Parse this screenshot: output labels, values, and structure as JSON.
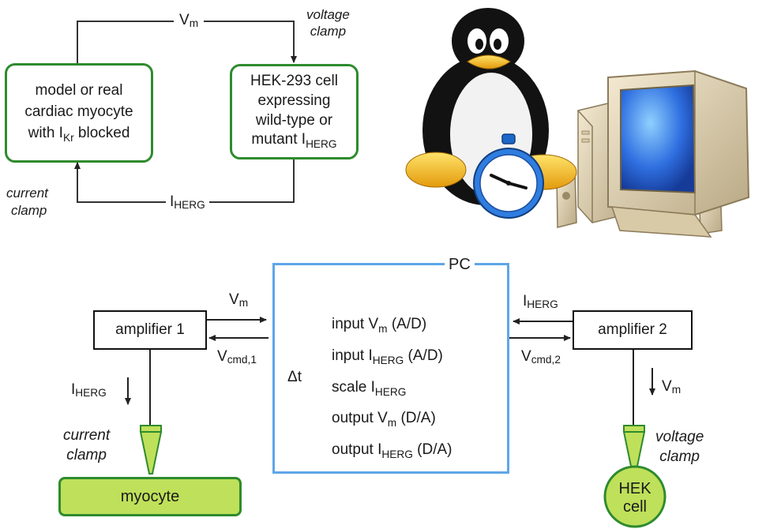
{
  "top": {
    "myocyte_box": {
      "line1": "model or real",
      "line2": "cardiac myocyte",
      "line3_pre": "with I",
      "line3_sub": "Kr",
      "line3_post": " blocked"
    },
    "hek_box": {
      "line1": "HEK-293 cell",
      "line2": "expressing",
      "line3": "wild-type or",
      "line4_pre": "mutant I",
      "line4_sub": "HERG"
    },
    "vm_main": "V",
    "vm_sub": "m",
    "iherg_main": "I",
    "iherg_sub": "HERG",
    "voltage_clamp": [
      "voltage",
      "clamp"
    ],
    "current_clamp": [
      "current",
      "clamp"
    ]
  },
  "bottom": {
    "pc_title": "PC",
    "amplifier1": "amplifier 1",
    "amplifier2": "amplifier 2",
    "delta_t": "Δt",
    "steps": [
      {
        "pre": "input V",
        "sub": "m",
        "post": " (A/D)"
      },
      {
        "pre": "input I",
        "sub": "HERG",
        "post": " (A/D)"
      },
      {
        "pre": "scale I",
        "sub": "HERG",
        "post": ""
      },
      {
        "pre": "output V",
        "sub": "m",
        "post": " (D/A)"
      },
      {
        "pre": "output I",
        "sub": "HERG",
        "post": " (D/A)"
      }
    ],
    "vm_left": {
      "main": "V",
      "sub": "m"
    },
    "vcmd1": {
      "main": "V",
      "sub": "cmd,1"
    },
    "iherg_right": {
      "main": "I",
      "sub": "HERG"
    },
    "vcmd2": {
      "main": "V",
      "sub": "cmd,2"
    },
    "iherg_down": {
      "main": "I",
      "sub": "HERG"
    },
    "vm_down": {
      "main": "V",
      "sub": "m"
    },
    "current_clamp": [
      "current",
      "clamp"
    ],
    "voltage_clamp": [
      "voltage",
      "clamp"
    ],
    "myocyte": "myocyte",
    "hek_cell": [
      "HEK",
      "cell"
    ]
  },
  "icons": [
    "penguin-icon",
    "stopwatch-icon",
    "computer-icon"
  ],
  "colors": {
    "green_border": "#2e8b2e",
    "pc_border": "#5ea6e8",
    "electrode_fill": "#bfe05a",
    "monitor_screen": "#2f6fe0"
  }
}
